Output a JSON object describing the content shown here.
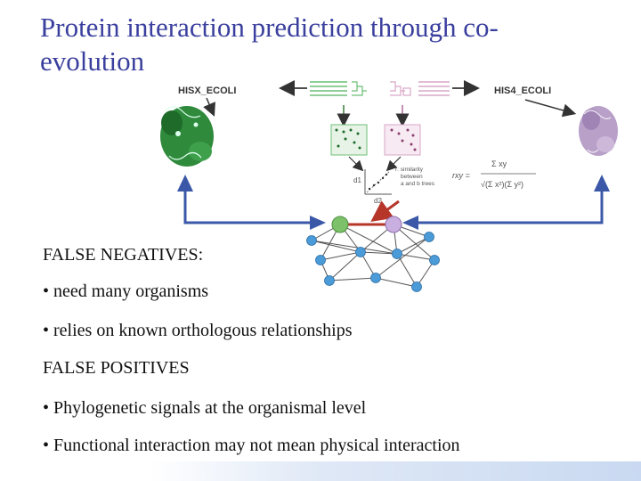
{
  "slide": {
    "title": "Protein interaction prediction through co-evolution",
    "title_line1": "Protein interaction prediction through co-",
    "title_line2": "evolution"
  },
  "figure": {
    "left_protein_label": "HISX_ECOLI",
    "right_protein_label": "HIS4_ECOLI",
    "d1_label": "d1",
    "d2_label": "d2",
    "r_note": "r: similarity between a and b trees",
    "r_note_line1": "r: similarity",
    "r_note_line2": "between",
    "r_note_line3": "a and b trees",
    "formula_lhs": "rxy =",
    "formula_numerator": "Σ xy",
    "formula_denominator": "√(Σ x²)(Σ y²)",
    "colors": {
      "green": "#2f8a3c",
      "pink": "#b8a0c8",
      "arrow_blue": "#3b58a8",
      "highlight_red": "#b6362a",
      "node_blue": "#4a9bd8"
    }
  },
  "content": {
    "false_negatives_heading": "FALSE NEGATIVES:",
    "fn_item_1": "• need many organisms",
    "fn_item_2": "• relies on known orthologous relationships",
    "false_positives_heading": "FALSE POSITIVES",
    "fp_item_1": "• Phylogenetic signals at the organismal level",
    "fp_item_2": "• Functional interaction may not mean physical interaction"
  }
}
